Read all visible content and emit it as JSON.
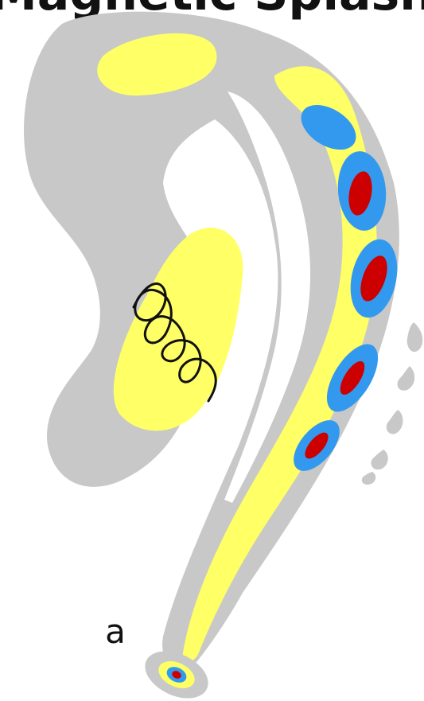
{
  "banner": {
    "text": "Magnetic Splash",
    "note": "Partially cropped at top edge"
  },
  "labels": {
    "a": "a"
  },
  "colors": {
    "background": "#ffffff",
    "outer_gray": "#c8c8c8",
    "yellow": "#ffff66",
    "blue": "#3399ee",
    "red": "#cc0000",
    "spiral": "#111111",
    "text": "#111111"
  }
}
